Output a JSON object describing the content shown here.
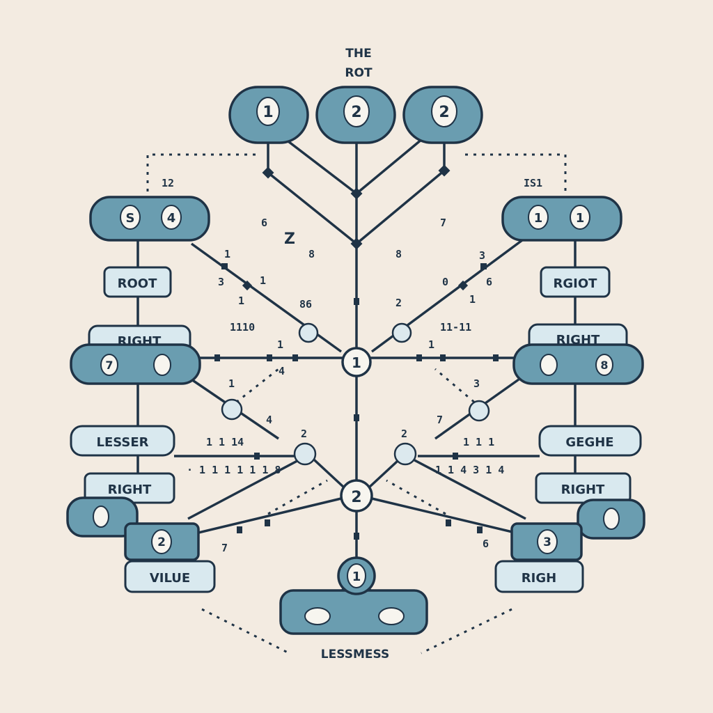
{
  "title": {
    "line1": "THE",
    "line2": "ROT"
  },
  "top_nodes": [
    "1",
    "2",
    "2"
  ],
  "left_group": {
    "number": "12",
    "node_a": [
      "S",
      "4"
    ],
    "root_tag": "ROOT",
    "right_tag": "RIGHT",
    "node_b": [
      "7"
    ],
    "lesser_tag": "LESSER",
    "right_tag2": "RIGHT",
    "value_node": "2",
    "value_tag": "VILUE"
  },
  "right_group": {
    "number": "IS1",
    "node_a": [
      "1",
      "1"
    ],
    "root_tag": "RGIOT",
    "right_tag": "RIGHT",
    "node_b": [
      "8"
    ],
    "geghe_tag": "GEGHE",
    "right_tag2": "RIGHT",
    "righ_node": "3",
    "righ_tag": "RIGH"
  },
  "hubs": {
    "upper": "1",
    "lower": "2",
    "bottom": "1"
  },
  "bottom_label": "LESSMESS",
  "annotations": {
    "a1": "6",
    "a2": "Z",
    "a3": "8",
    "a4": "8",
    "a5": "7",
    "a6": "1",
    "a7": "3",
    "a8": "1",
    "a9": "1",
    "a10": "86",
    "a11": "1110",
    "a12": "0",
    "a13": "6",
    "a14": "2",
    "a15": "1",
    "a16": "11-11",
    "a17": "3",
    "a18": "1",
    "a19": "4",
    "a20": "1",
    "a21": "1",
    "a22": "3",
    "a23": "4",
    "a24": "2",
    "a25": "7",
    "a26": "2",
    "a27": "1 1 14",
    "a28": "1 1 1",
    "a29": "· 1 1 1 1 1 1 8",
    "a30": "1 1 4 3 1 4",
    "a31": "7",
    "a32": "6"
  },
  "colors": {
    "background": "#f3ebe1",
    "node": "#6a9db0",
    "tag": "#d9e9ef",
    "ink": "#1f3346"
  }
}
